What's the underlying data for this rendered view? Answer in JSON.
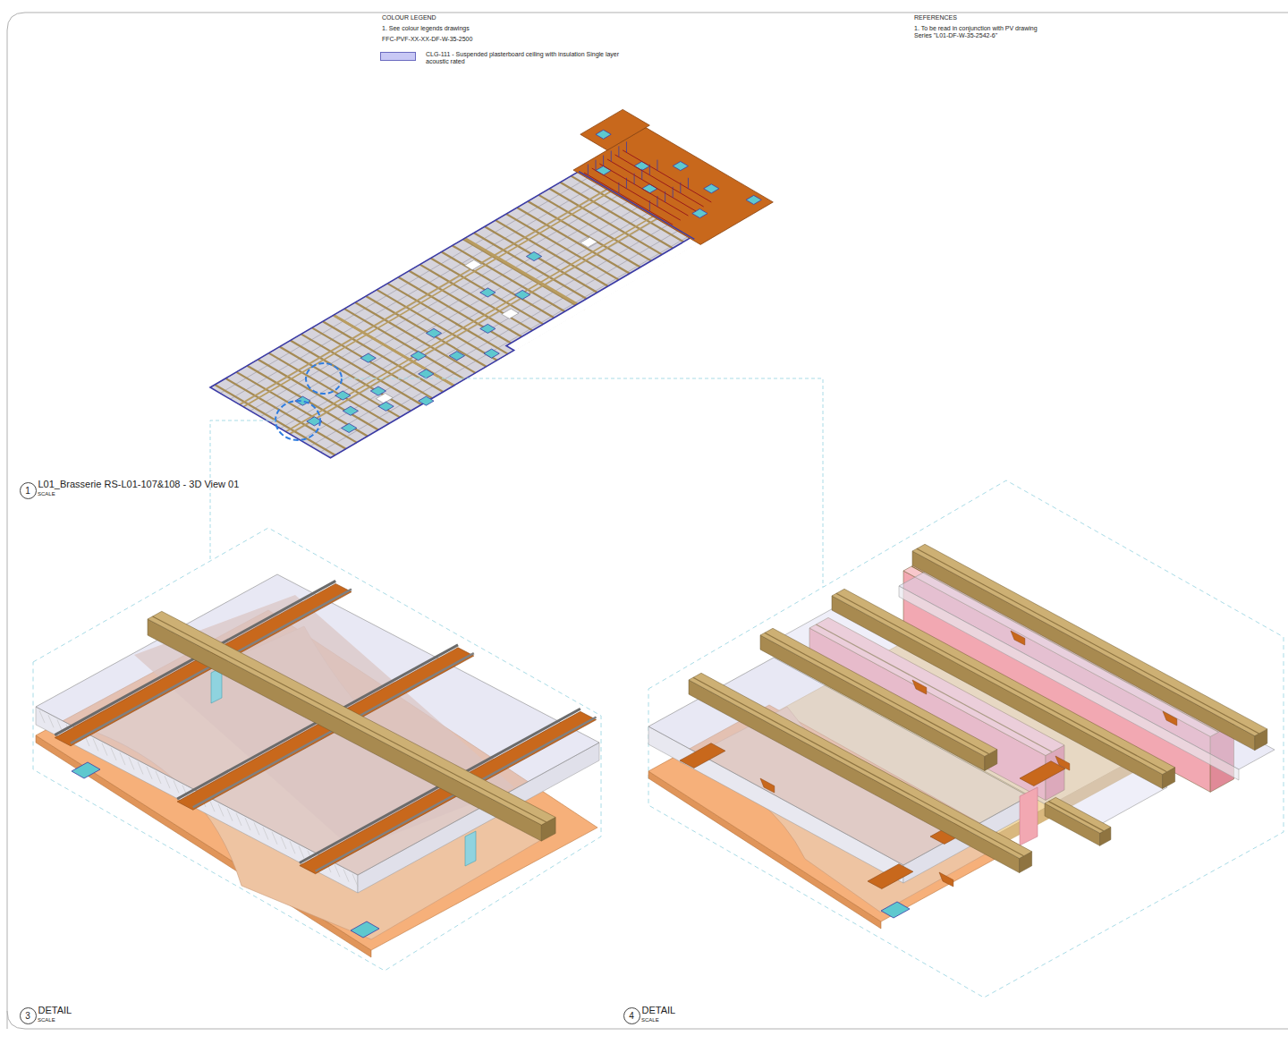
{
  "diagram": {
    "nodes": [
      {
        "text": [
          "1"
        ]
      },
      {
        "text": [
          "3"
        ]
      },
      {
        "text": [
          "4"
        ]
      }
    ],
    "labels": [
      "COLOUR LEGEND",
      "1. See colour legends drawings",
      "FFC-PVF-XX-XX-DF-W-35-2500",
      "REFERENCES",
      "1. To be read in conjunction with PV drawing Series \"L01-DF-W-35-2542-6\"",
      "L01_Brasserie RS-L01-107&108 - 3D View 01",
      "SCALE",
      "DETAIL",
      "SCALE",
      "DETAIL",
      "SCALE"
    ],
    "legend": [
      {
        "text": "CLG-111 - Suspended plasterboard ceiling with insulation Single layer acoustic rated",
        "color": "#c8c8f5"
      }
    ]
  }
}
